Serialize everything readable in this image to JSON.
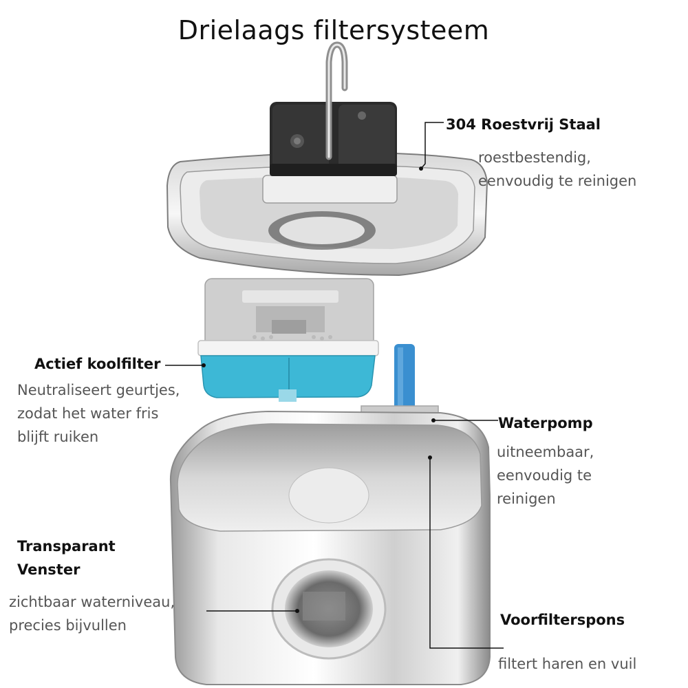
{
  "title": "Drielaags filtersysteem",
  "labels": {
    "steel": {
      "heading": "304 Roestvrij Staal",
      "description": "roestbestendig,\neenvoudig te reinigen"
    },
    "carbon": {
      "heading": "Actief koolfilter",
      "description": "Neutraliseert geurtjes,\nzodat het water fris\nblijft ruiken"
    },
    "pump": {
      "heading": "Waterpomp",
      "description": "uitneembaar,\neenvoudig te\nreinigen"
    },
    "window": {
      "heading": "Transparant\nVenster",
      "description": "zichtbaar waterniveau,\nprecies bijvullen"
    },
    "sponge": {
      "heading": "Voorfilterspons",
      "description": "filtert haren en vuil"
    }
  },
  "colors": {
    "steel_light": "#f2f2f2",
    "steel_mid": "#bdbdbd",
    "steel_dark": "#6f6f6f",
    "motor_black": "#2b2b2b",
    "filter_blue": "#3db8d6",
    "pump_tube_blue": "#3a8fd0",
    "filter_grey": "#cfcfcf"
  }
}
